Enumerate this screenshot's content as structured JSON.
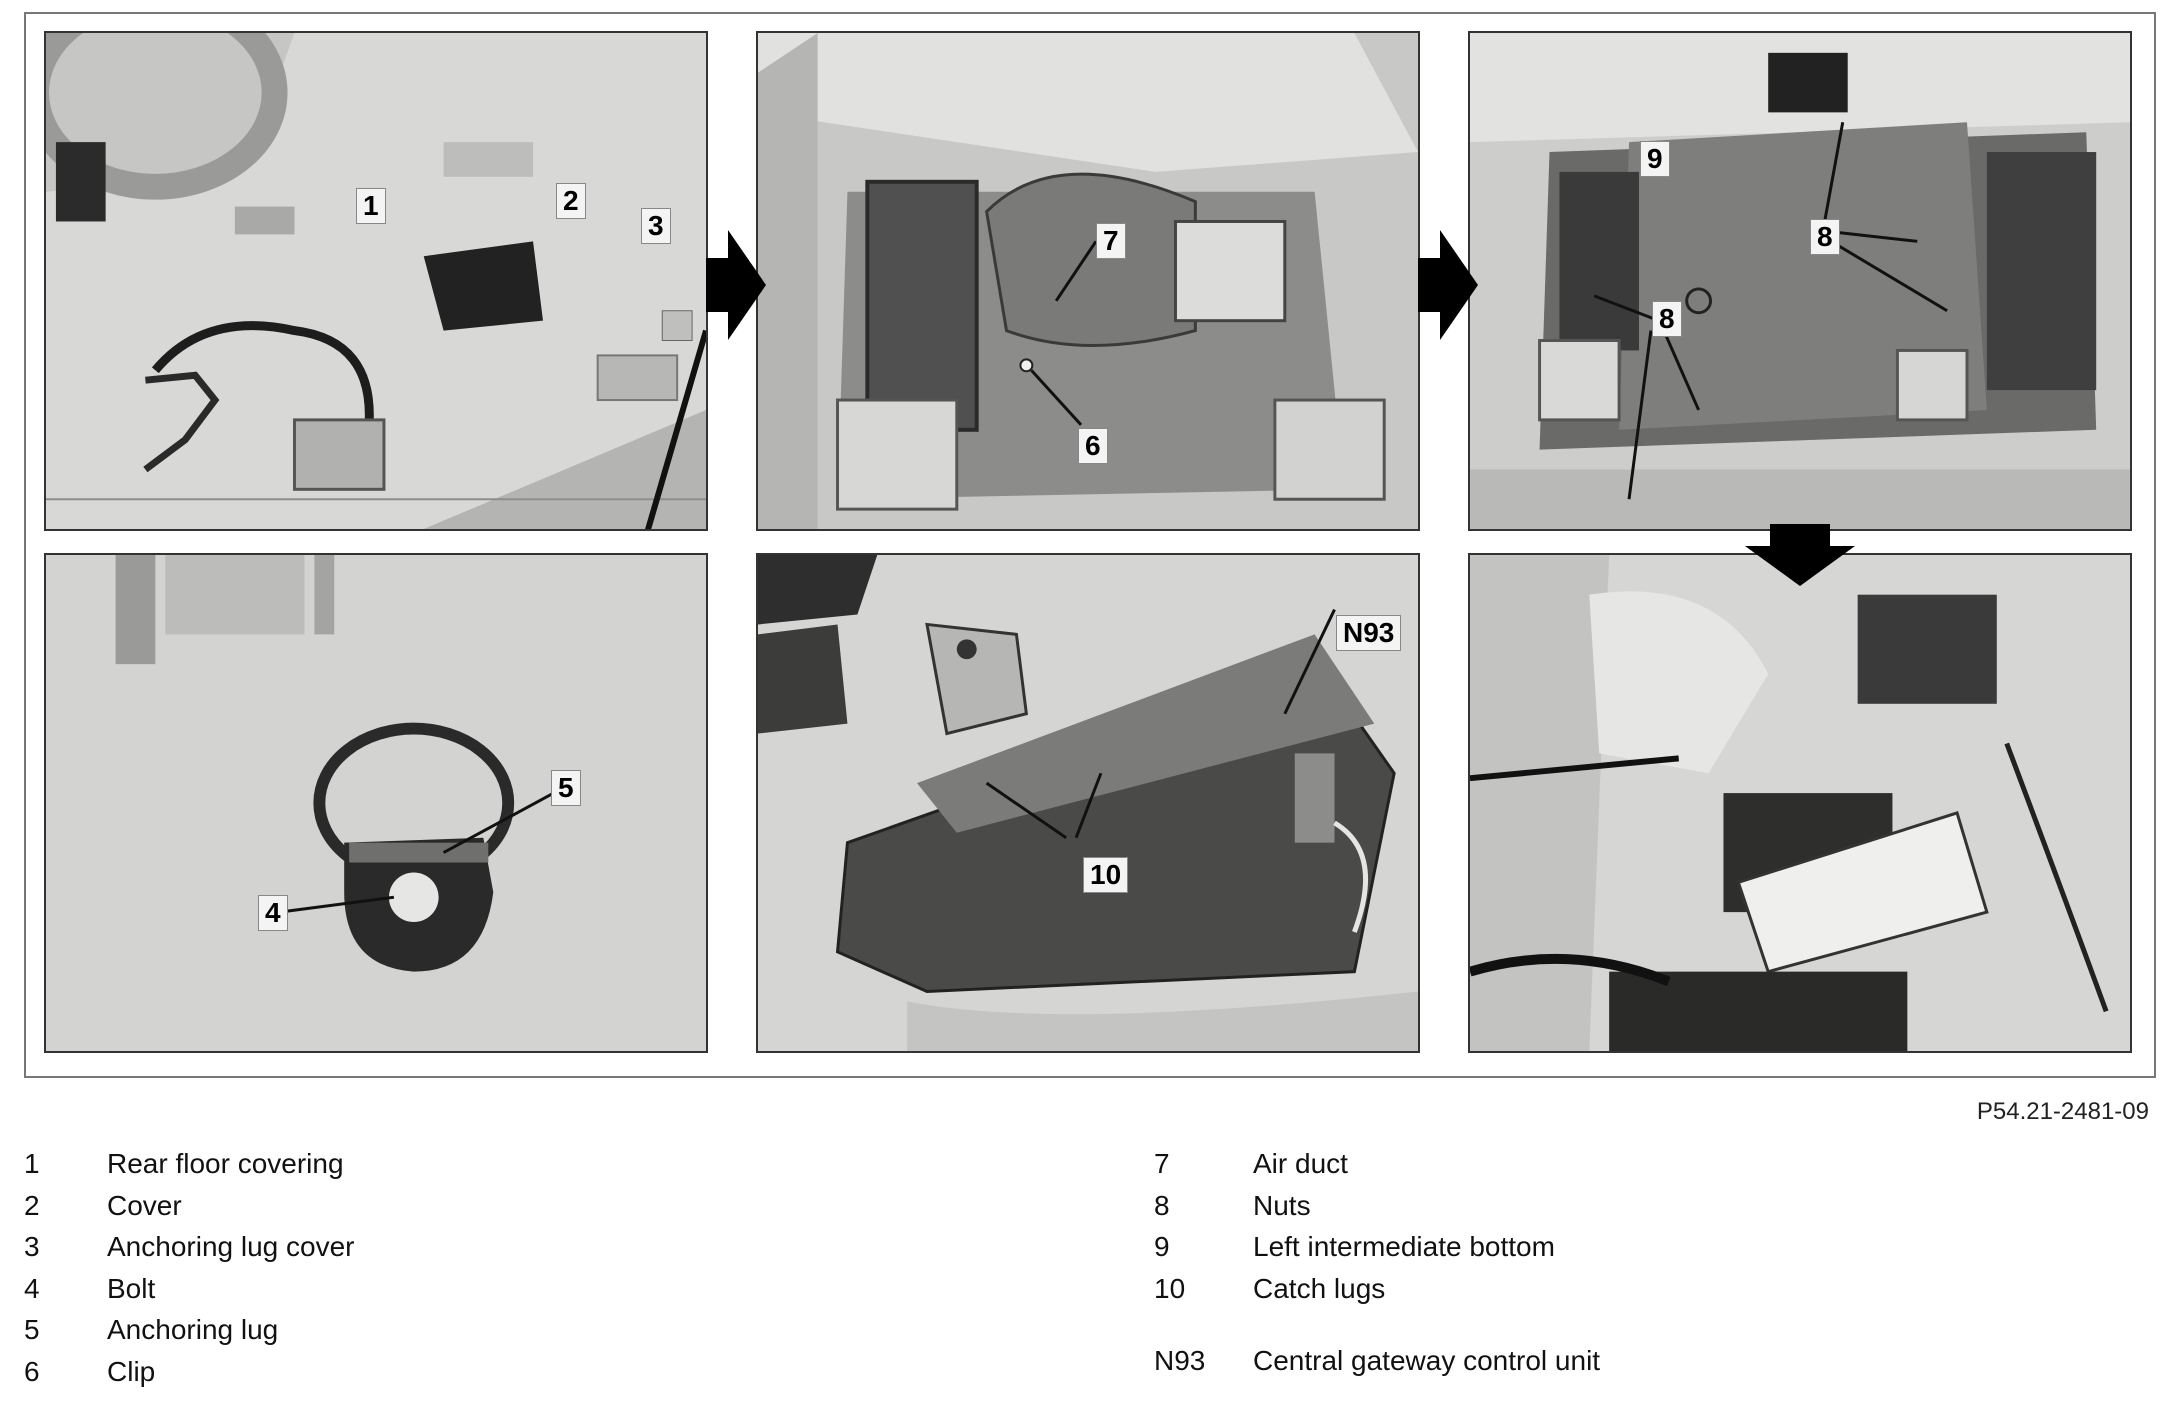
{
  "figure_id": "P54.21-2481-09",
  "callouts": {
    "c1": "1",
    "c2": "2",
    "c3": "3",
    "c4": "4",
    "c5": "5",
    "c6": "6",
    "c7": "7",
    "c8a": "8",
    "c8b": "8",
    "c9": "9",
    "c10": "10",
    "n93": "N93"
  },
  "legend_left": [
    {
      "num": "1",
      "text": "Rear floor covering"
    },
    {
      "num": "2",
      "text": "Cover"
    },
    {
      "num": "3",
      "text": "Anchoring lug cover"
    },
    {
      "num": "4",
      "text": "Bolt"
    },
    {
      "num": "5",
      "text": "Anchoring lug"
    },
    {
      "num": "6",
      "text": "Clip"
    }
  ],
  "legend_right": [
    {
      "num": "7",
      "text": "Air duct"
    },
    {
      "num": "8",
      "text": "Nuts"
    },
    {
      "num": "9",
      "text": "Left intermediate bottom"
    },
    {
      "num": "10",
      "text": "Catch lugs"
    },
    {
      "num": "N93",
      "text": "Central gateway control unit"
    }
  ],
  "colors": {
    "photo_light": "#d6d6d6",
    "photo_mid": "#a8a8a8",
    "photo_dark": "#333333",
    "arrow": "#000000"
  }
}
